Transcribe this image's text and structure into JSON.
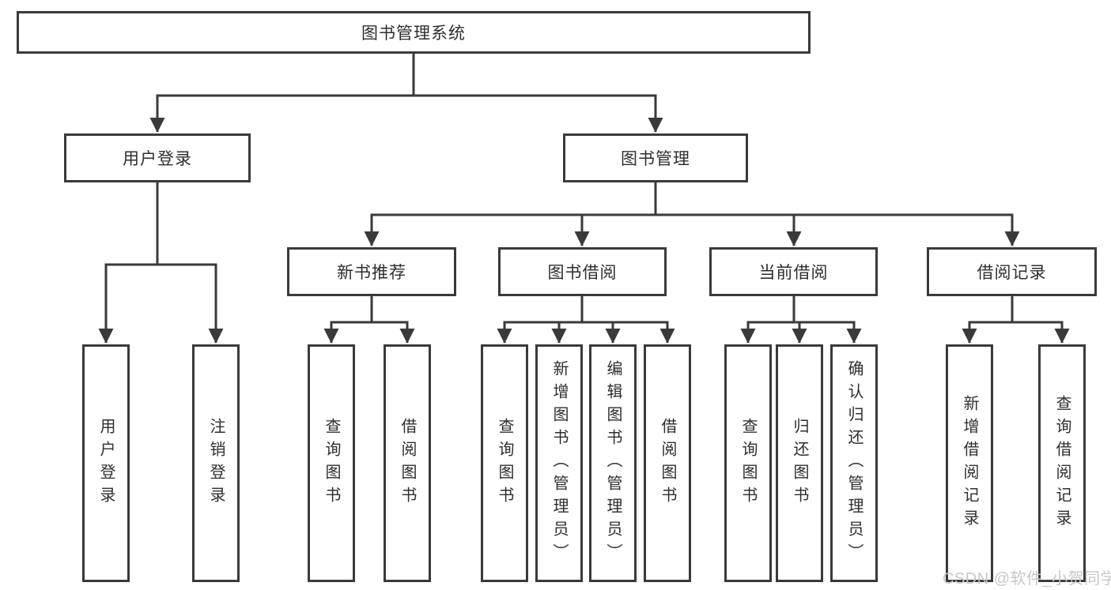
{
  "diagram": {
    "root": "图书管理系统",
    "level1": {
      "user_login": "用户登录",
      "book_mgmt": "图书管理"
    },
    "level2": {
      "new_book_rec": "新书推荐",
      "book_borrow": "图书借阅",
      "current_borrow": "当前借阅",
      "borrow_record": "借阅记录"
    },
    "leaves": {
      "login": [
        "用户登录",
        "注销登录"
      ],
      "newbook": [
        "查询图书",
        "借阅图书"
      ],
      "borrow": [
        "查询图书",
        "新增图书（管理员）",
        "编辑图书（管理员）",
        "借阅图书"
      ],
      "current": [
        "查询图书",
        "归还图书",
        "确认归还（管理员）"
      ],
      "record": [
        "新增借阅记录",
        "查询借阅记录"
      ]
    }
  },
  "watermark": "CSDN @软件_小贺同学",
  "colors": {
    "line": "#3a3a3a",
    "box_border": "#3a3a3a",
    "background": "#ffffff",
    "text": "#2e2e2e",
    "watermark_text": "#c5c7ca"
  }
}
